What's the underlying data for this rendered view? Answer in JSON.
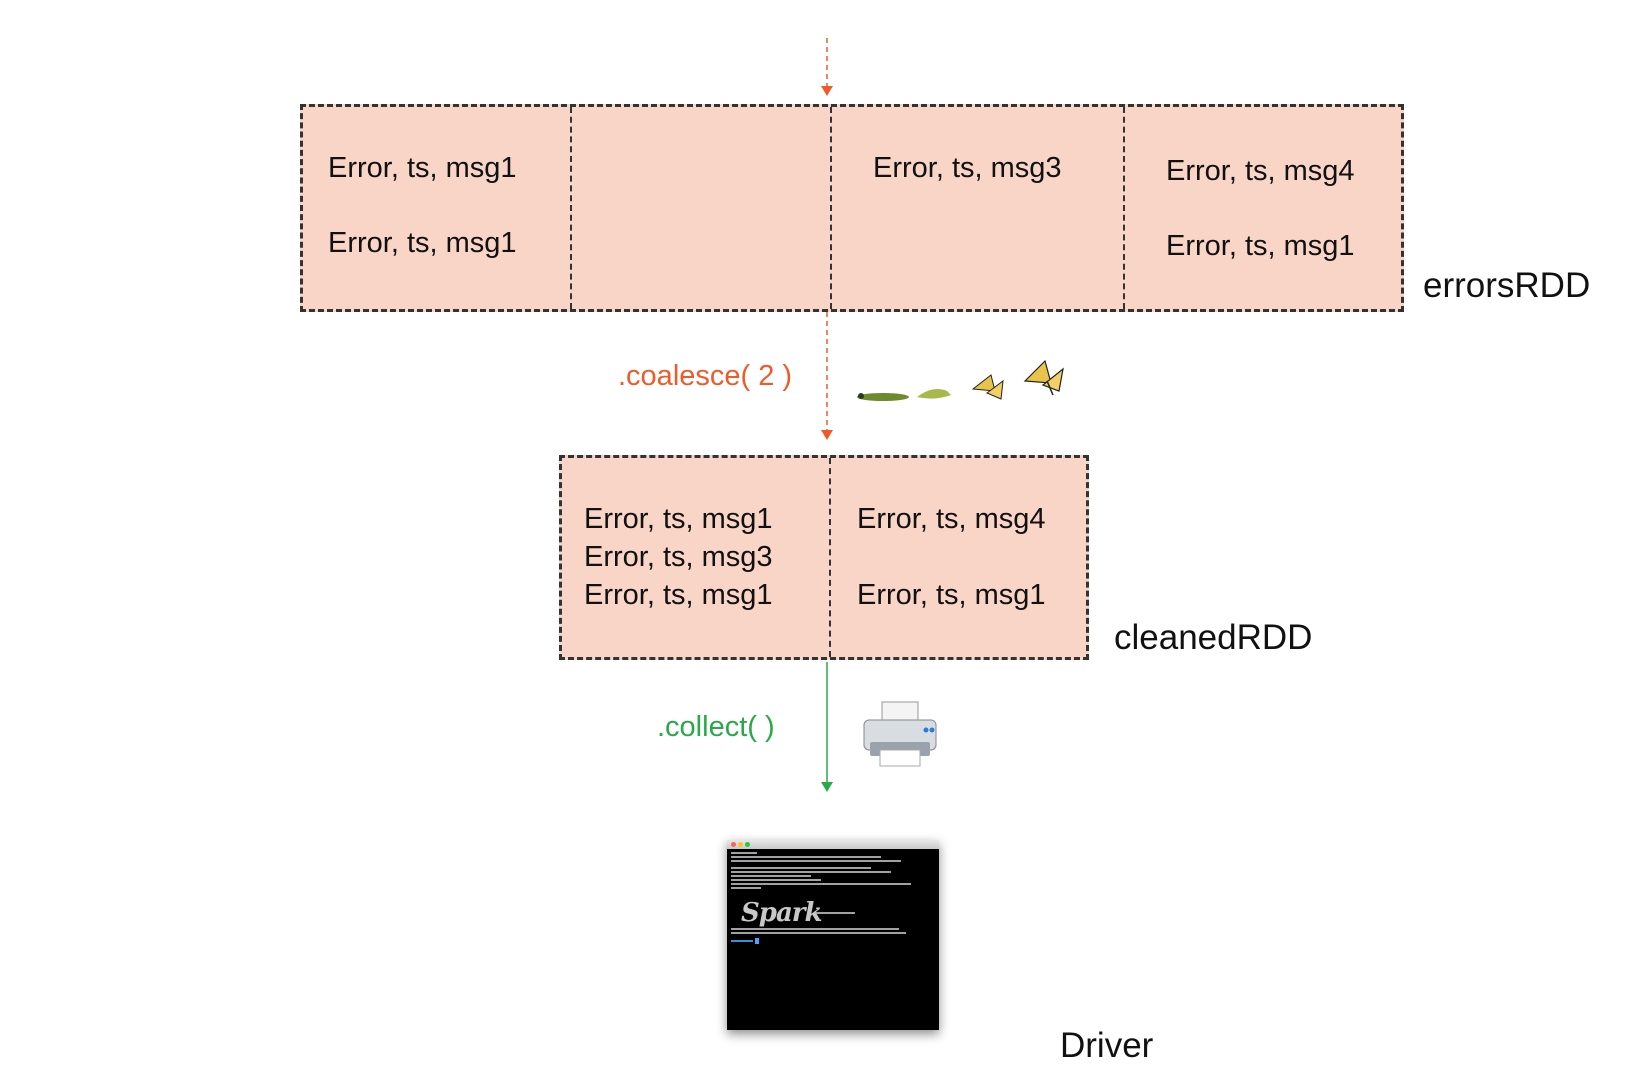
{
  "errors_rdd": {
    "name": "errorsRDD",
    "partitions": [
      [
        "Error, ts, msg1",
        "Error, ts, msg1"
      ],
      [],
      [
        "Error, ts, msg3"
      ],
      [
        "Error, ts, msg4",
        "Error, ts, msg1"
      ]
    ]
  },
  "coalesce": {
    "label": ".coalesce( 2 )",
    "color": "#f05a2a",
    "icon": "caterpillar-to-butterfly-icon"
  },
  "cleaned_rdd": {
    "name": "cleanedRDD",
    "partitions": [
      [
        "Error, ts, msg1",
        "Error, ts, msg3",
        "Error, ts, msg1"
      ],
      [
        "Error, ts, msg4",
        "Error, ts, msg1"
      ]
    ]
  },
  "collect": {
    "label": ".collect(  )",
    "color": "#2aa84a",
    "icon": "printer-icon"
  },
  "driver": {
    "name": "Driver",
    "icon": "pyspark-terminal-icon"
  },
  "colors": {
    "partition_fill": "#f9d5c8",
    "border": "#333333"
  }
}
